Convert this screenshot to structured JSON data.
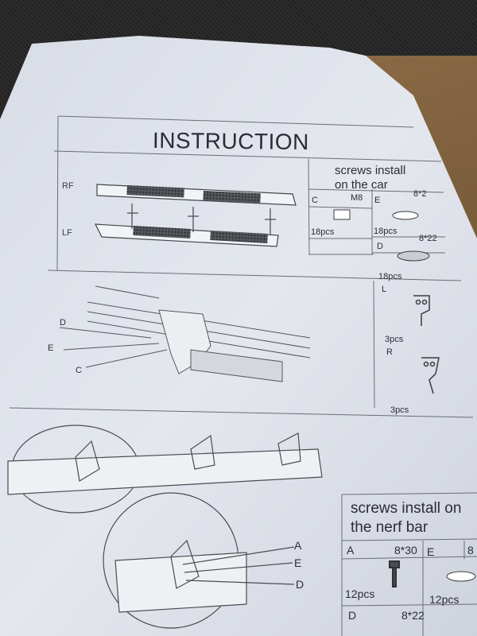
{
  "title": "INSTRUCTION",
  "side_labels": {
    "rf": "RF",
    "lf": "LF"
  },
  "callouts_mid": [
    "D",
    "E",
    "C"
  ],
  "callouts_bottom": [
    "A",
    "E",
    "D"
  ],
  "car_screws": {
    "header_line1": "screws install",
    "header_line2": "on the car",
    "c": {
      "letter": "C",
      "size": "M8",
      "qty": "18pcs"
    },
    "e": {
      "letter": "E",
      "size": "8*2",
      "qty": "18pcs"
    },
    "d": {
      "letter": "D",
      "size": "8*22",
      "qty": "18pcs"
    }
  },
  "brackets": {
    "l": {
      "letter": "L",
      "qty": "3pcs"
    },
    "r": {
      "letter": "R",
      "qty": "3pcs"
    }
  },
  "nerf_screws": {
    "header_line1": "screws install on",
    "header_line2": "the nerf bar",
    "a": {
      "letter": "A",
      "size": "8*30",
      "qty": "12pcs"
    },
    "e": {
      "letter": "E",
      "size": "8",
      "qty": "12pcs"
    },
    "d": {
      "letter": "D",
      "size": "8*22"
    }
  }
}
